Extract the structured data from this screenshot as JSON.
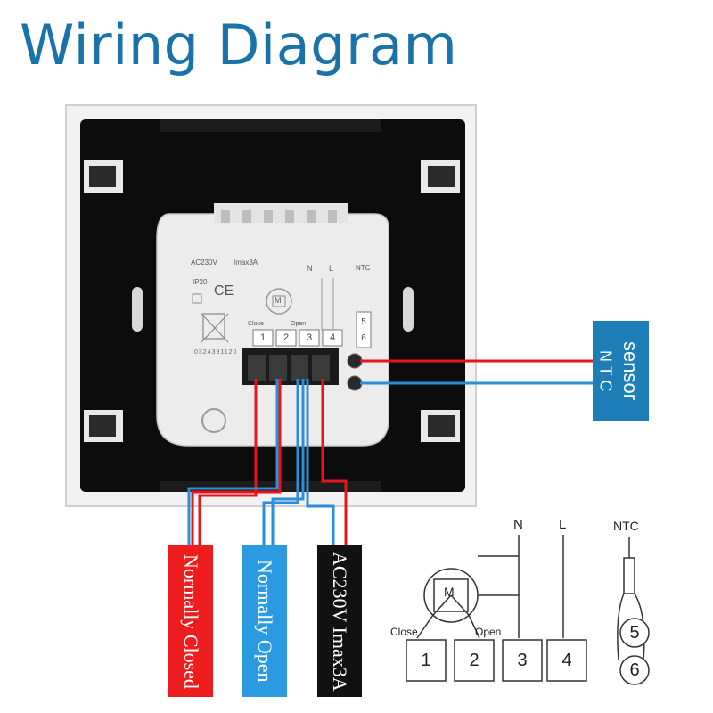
{
  "title": "Wiring Diagram",
  "device": {
    "voltage": "AC230V",
    "current": "Imax3A",
    "ip_rating": "IP20",
    "ce_mark": "CE",
    "label_n": "N",
    "label_l": "L",
    "label_ntc": "NTC",
    "label_close": "Close",
    "label_open": "Open",
    "motor": "M",
    "terminals": [
      "1",
      "2",
      "3",
      "4"
    ],
    "ntc_terminals": [
      "5",
      "6"
    ],
    "serial": "0324391120"
  },
  "sensor": {
    "label": "sensor",
    "sublabel": "N T C"
  },
  "wire_labels": {
    "normally_closed": "Normally Closed",
    "normally_open": "Normally Open",
    "power": "AC230V Imax3A"
  },
  "schematic": {
    "n": "N",
    "l": "L",
    "ntc": "NTC",
    "motor": "M",
    "close": "Close",
    "open": "Open",
    "terminals": [
      "1",
      "2",
      "3",
      "4"
    ],
    "ntc_terminals": [
      "5",
      "6"
    ]
  },
  "colors": {
    "title": "#1a73a8",
    "live_wire": "#e8141c",
    "neutral_wire": "#2a8fd8",
    "sensor_box": "#1e7fb8",
    "nc_box": "#ee1c1c",
    "no_box": "#2a9be0",
    "power_box": "#111111"
  }
}
